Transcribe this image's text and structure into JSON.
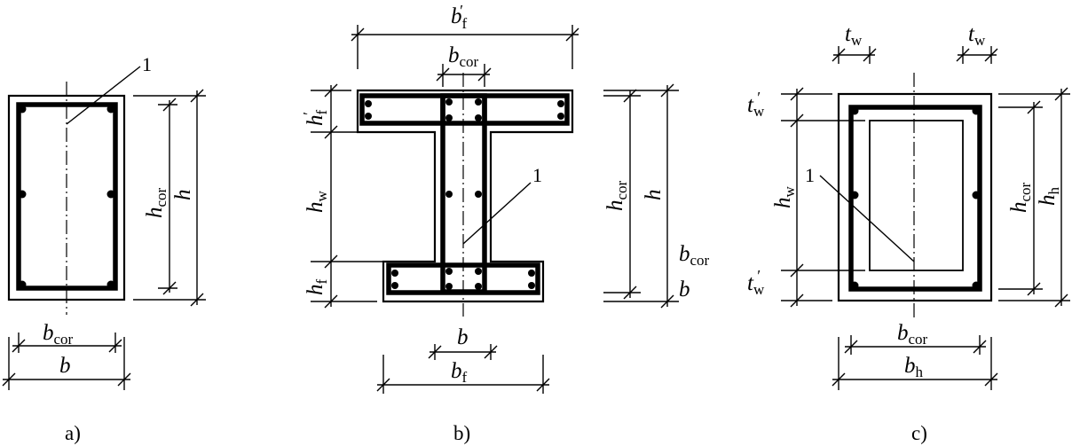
{
  "figure": {
    "panels": [
      {
        "caption": "a)",
        "leader_number": "1"
      },
      {
        "caption": "b)",
        "leader_number": "1"
      },
      {
        "caption": "c)",
        "leader_number": "1"
      }
    ]
  },
  "labels": {
    "a": {
      "h_cor": {
        "main": "h",
        "sub": "cor"
      },
      "h": {
        "main": "h",
        "sub": ""
      },
      "b_cor": {
        "main": "b",
        "sub": "cor"
      },
      "b": {
        "main": "b",
        "sub": ""
      }
    },
    "b": {
      "bf_prime": {
        "main": "b",
        "sub": "f",
        "prime": "′"
      },
      "b_cor_top": {
        "main": "b",
        "sub": "cor"
      },
      "hf_prime": {
        "main": "h",
        "sub": "f",
        "prime": "′"
      },
      "h_w": {
        "main": "h",
        "sub": "w"
      },
      "h_f": {
        "main": "h",
        "sub": "f"
      },
      "h_cor": {
        "main": "h",
        "sub": "cor"
      },
      "h": {
        "main": "h",
        "sub": ""
      },
      "b_cor_right": {
        "main": "b",
        "sub": "cor"
      },
      "b_right": {
        "main": "b",
        "sub": ""
      },
      "b_bottom": {
        "main": "b",
        "sub": ""
      },
      "b_f": {
        "main": "b",
        "sub": "f"
      }
    },
    "c": {
      "t_w_left": {
        "main": "t",
        "sub": "w"
      },
      "t_w_right": {
        "main": "t",
        "sub": "w"
      },
      "tw_prime_top": {
        "main": "t",
        "sub": "w",
        "prime": "′"
      },
      "h_w": {
        "main": "h",
        "sub": "w"
      },
      "tw_prime_bottom": {
        "main": "t",
        "sub": "w",
        "prime": "′"
      },
      "h_cor": {
        "main": "h",
        "sub": "cor"
      },
      "h_h": {
        "main": "h",
        "sub": "h"
      },
      "b_cor": {
        "main": "b",
        "sub": "cor"
      },
      "b_h": {
        "main": "b",
        "sub": "h"
      }
    }
  }
}
